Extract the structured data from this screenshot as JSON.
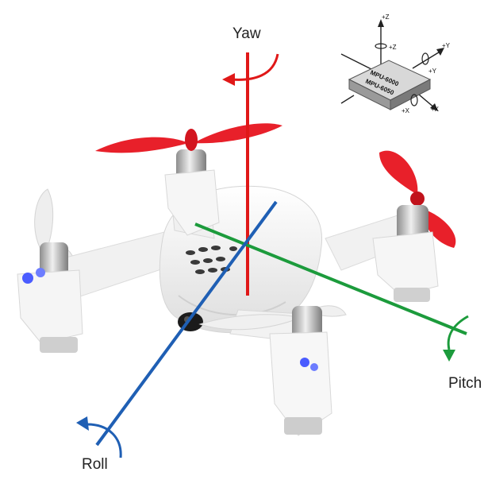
{
  "axes": {
    "yaw": {
      "label": "Yaw",
      "color": "#e01818"
    },
    "pitch": {
      "label": "Pitch",
      "color": "#1c9b3c"
    },
    "roll": {
      "label": "Roll",
      "color": "#1f5fb4"
    }
  },
  "sensor": {
    "chip_line1": "MPU-6000",
    "chip_line2": "MPU-6050",
    "z_plus": "+Z",
    "z_rot": "+Z",
    "y_plus": "+Y",
    "y_rot": "+Y",
    "x_plus": "+X",
    "x_rot": "+X"
  },
  "colors": {
    "propeller_red": "#e8202a",
    "propeller_white": "#f2f2f2",
    "body_white": "#f7f7f7",
    "motor_metal": "#b8b8b8",
    "led_blue": "#4a5cff"
  }
}
